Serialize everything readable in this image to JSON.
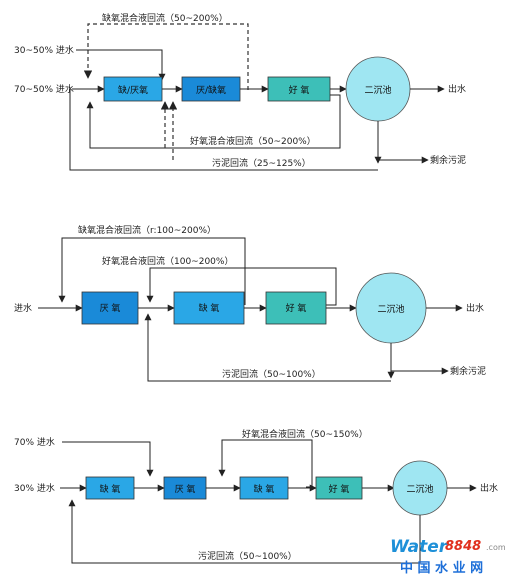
{
  "colors": {
    "anoxic_box": "#2aa7e6",
    "anaerobic_box": "#1a8ad8",
    "aerobic_box": "#3dbfb8",
    "clarifier": "#9fe6f2",
    "watermark_blue": "#1e90d8",
    "watermark_red": "#e0301e"
  },
  "diagram1": {
    "dashed_return": "缺氧混合液回流（50~200%）",
    "influent_split": "30~50% 进水",
    "influent_main": "70~50% 进水",
    "box1": "缺/厌氧",
    "box2": "厌/缺氧",
    "box3": "好 氧",
    "clarifier": "二沉池",
    "effluent": "出水",
    "aerobic_return": "好氧混合液回流（50~200%）",
    "sludge_return": "污泥回流（25~125%）",
    "excess_sludge": "剩余污泥"
  },
  "diagram2": {
    "anoxic_return": "缺氧混合液回流（r:100~200%）",
    "aerobic_return": "好氧混合液回流（100~200%）",
    "influent": "进水",
    "box1": "厌 氧",
    "box2": "缺 氧",
    "box3": "好 氧",
    "clarifier": "二沉池",
    "effluent": "出水",
    "sludge_return": "污泥回流（50~100%）",
    "excess_sludge": "剩余污泥"
  },
  "diagram3": {
    "influent_split": "70% 进水",
    "influent_main": "30% 进水",
    "aerobic_return": "好氧混合液回流（50~150%）",
    "box1": "缺 氧",
    "box2": "厌 氧",
    "box3": "缺 氧",
    "box4": "好 氧",
    "clarifier": "二沉池",
    "effluent": "出水",
    "sludge_return": "污泥回流（50~100%）"
  },
  "watermark": {
    "brand_blue": "Water",
    "brand_red": "8848",
    "domain": ".com",
    "cn": "中 国 水 业 网"
  }
}
